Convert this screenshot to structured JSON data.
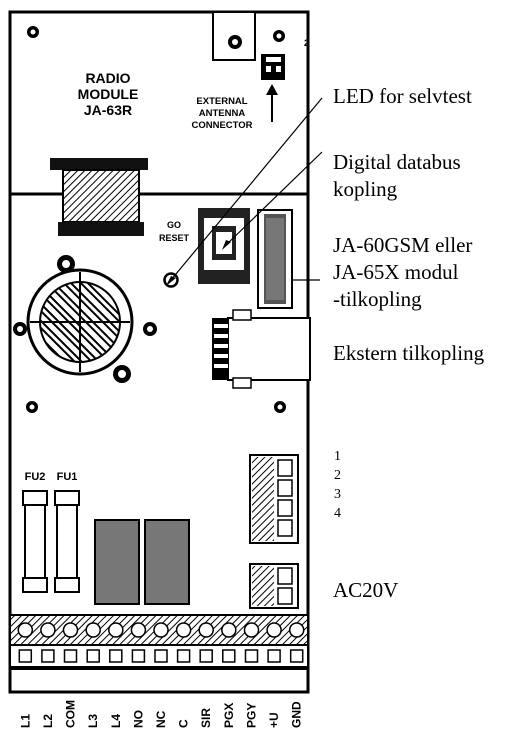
{
  "board": {
    "radio_module": [
      "RADIO",
      "MODULE",
      "JA-63R"
    ],
    "antenna_connector": [
      "EXTERNAL",
      "ANTENNA",
      "CONNECTOR"
    ],
    "go_reset": [
      "GO",
      "RESET"
    ],
    "fuse_labels": [
      "FU2",
      "FU1"
    ],
    "terminals": [
      "L1",
      "L2",
      "COM",
      "L3",
      "L4",
      "NO",
      "NC",
      "C",
      "SIR",
      "PGX",
      "PGY",
      "+U",
      "GND"
    ]
  },
  "callouts": {
    "led": "LED for selvtest",
    "databus": [
      "Digital databus",
      "kopling"
    ],
    "gsm": [
      "JA-60GSM eller",
      "JA-65X modul",
      "-tilkopling"
    ],
    "external": "Ekstern tilkopling",
    "numbers": [
      "1",
      "2",
      "3",
      "4"
    ],
    "ac": "AC20V"
  },
  "colors": {
    "ink": "#000000",
    "relay": "#777777",
    "dark": "#333333",
    "paper": "#ffffff"
  },
  "icons": [
    "led-indicator",
    "heatsink",
    "fuse",
    "relay",
    "screw-terminal",
    "mounting-screw",
    "ribbon-cable",
    "edge-connector"
  ]
}
